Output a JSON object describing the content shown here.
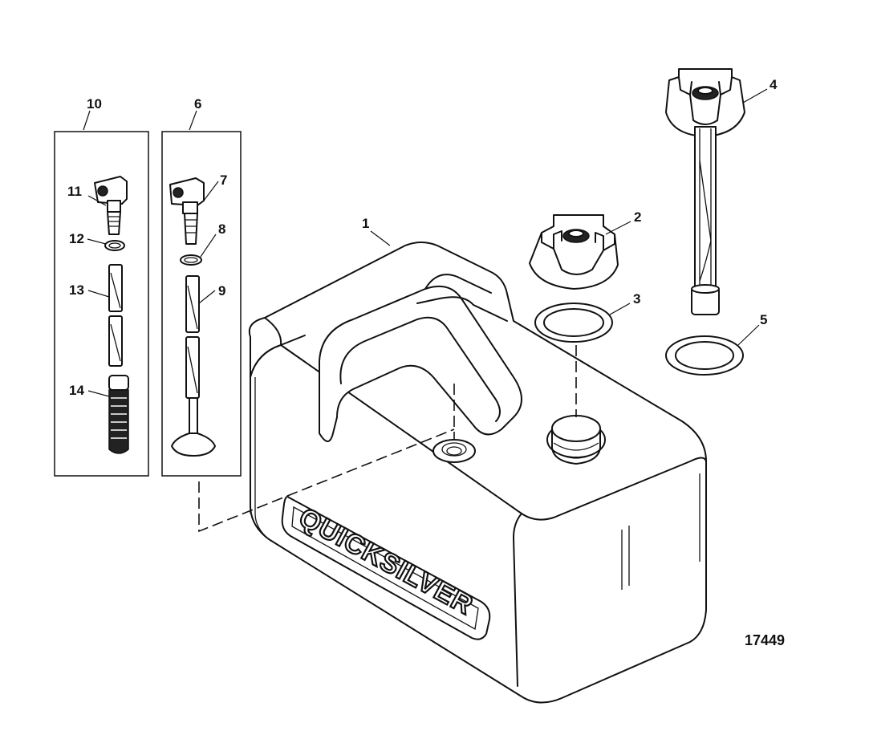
{
  "figure_number": "17449",
  "brand_label": "QUICKSILVER",
  "callouts": {
    "c1": "1",
    "c2": "2",
    "c3": "3",
    "c4": "4",
    "c5": "5",
    "c6": "6",
    "c7": "7",
    "c8": "8",
    "c9": "9",
    "c10": "10",
    "c11": "11",
    "c12": "12",
    "c13": "13",
    "c14": "14"
  },
  "colors": {
    "line": "#111111",
    "background": "#ffffff"
  }
}
